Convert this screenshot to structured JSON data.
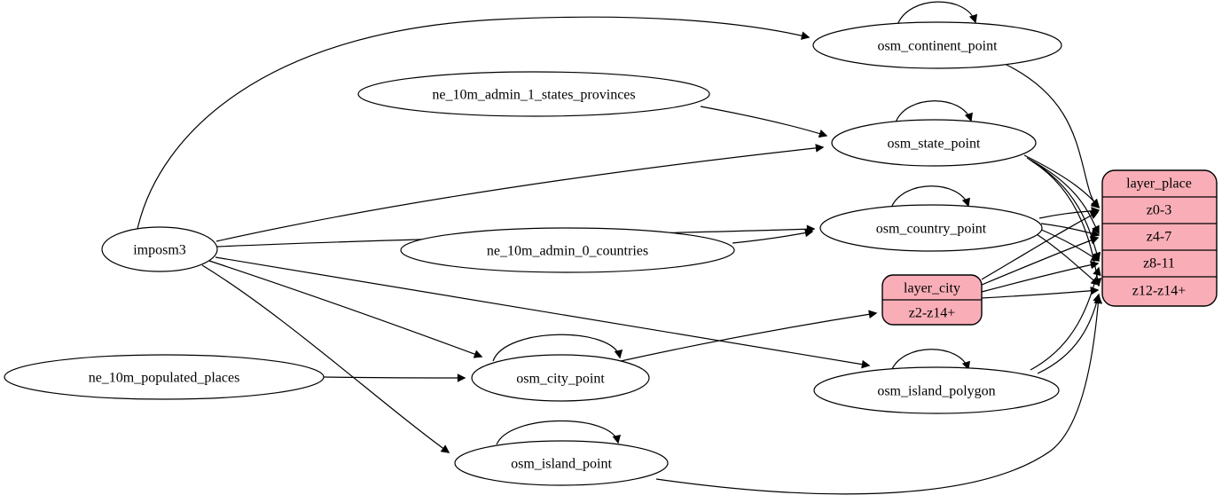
{
  "diagram": {
    "type": "etl-graph",
    "colors": {
      "record_fill": "#f9aeb7",
      "node_fill": "#ffffff",
      "stroke": "#000000",
      "background": "#ffffff"
    },
    "nodes": {
      "imposm3": {
        "label": "imposm3",
        "shape": "ellipse"
      },
      "ne_10m_admin_1_states_provinces": {
        "label": "ne_10m_admin_1_states_provinces",
        "shape": "ellipse"
      },
      "ne_10m_admin_0_countries": {
        "label": "ne_10m_admin_0_countries",
        "shape": "ellipse"
      },
      "ne_10m_populated_places": {
        "label": "ne_10m_populated_places",
        "shape": "ellipse"
      },
      "osm_continent_point": {
        "label": "osm_continent_point",
        "shape": "ellipse"
      },
      "osm_state_point": {
        "label": "osm_state_point",
        "shape": "ellipse"
      },
      "osm_country_point": {
        "label": "osm_country_point",
        "shape": "ellipse"
      },
      "osm_city_point": {
        "label": "osm_city_point",
        "shape": "ellipse"
      },
      "osm_island_polygon": {
        "label": "osm_island_polygon",
        "shape": "ellipse"
      },
      "osm_island_point": {
        "label": "osm_island_point",
        "shape": "ellipse"
      }
    },
    "records": {
      "layer_city": {
        "title": "layer_city",
        "rows": [
          "z2-z14+"
        ]
      },
      "layer_place": {
        "title": "layer_place",
        "rows": [
          "z0-3",
          "z4-7",
          "z8-11",
          "z12-z14+"
        ]
      }
    },
    "edges": [
      {
        "from": "imposm3",
        "to": "osm_continent_point"
      },
      {
        "from": "imposm3",
        "to": "osm_state_point"
      },
      {
        "from": "imposm3",
        "to": "osm_country_point"
      },
      {
        "from": "imposm3",
        "to": "osm_city_point"
      },
      {
        "from": "imposm3",
        "to": "osm_island_polygon"
      },
      {
        "from": "imposm3",
        "to": "osm_island_point"
      },
      {
        "from": "ne_10m_admin_1_states_provinces",
        "to": "osm_state_point"
      },
      {
        "from": "ne_10m_admin_0_countries",
        "to": "osm_country_point"
      },
      {
        "from": "ne_10m_populated_places",
        "to": "osm_city_point"
      },
      {
        "from": "osm_continent_point",
        "to": "osm_continent_point"
      },
      {
        "from": "osm_state_point",
        "to": "osm_state_point"
      },
      {
        "from": "osm_country_point",
        "to": "osm_country_point"
      },
      {
        "from": "osm_city_point",
        "to": "osm_city_point"
      },
      {
        "from": "osm_island_polygon",
        "to": "osm_island_polygon"
      },
      {
        "from": "osm_island_point",
        "to": "osm_island_point"
      },
      {
        "from": "osm_continent_point",
        "to": "layer_place.z0-3"
      },
      {
        "from": "osm_state_point",
        "to": "layer_place.z0-3"
      },
      {
        "from": "osm_state_point",
        "to": "layer_place.z4-7"
      },
      {
        "from": "osm_state_point",
        "to": "layer_place.z8-11"
      },
      {
        "from": "osm_state_point",
        "to": "layer_place.z12-z14+"
      },
      {
        "from": "osm_country_point",
        "to": "layer_place.z0-3"
      },
      {
        "from": "osm_country_point",
        "to": "layer_place.z4-7"
      },
      {
        "from": "osm_country_point",
        "to": "layer_place.z8-11"
      },
      {
        "from": "osm_country_point",
        "to": "layer_place.z12-z14+"
      },
      {
        "from": "osm_city_point",
        "to": "layer_city.z2-z14+"
      },
      {
        "from": "layer_city",
        "to": "layer_place.z0-3"
      },
      {
        "from": "layer_city",
        "to": "layer_place.z4-7"
      },
      {
        "from": "layer_city",
        "to": "layer_place.z8-11"
      },
      {
        "from": "layer_city",
        "to": "layer_place.z12-z14+"
      },
      {
        "from": "osm_island_polygon",
        "to": "layer_place.z8-11"
      },
      {
        "from": "osm_island_polygon",
        "to": "layer_place.z12-z14+"
      },
      {
        "from": "osm_island_point",
        "to": "layer_place.z12-z14+"
      }
    ]
  }
}
